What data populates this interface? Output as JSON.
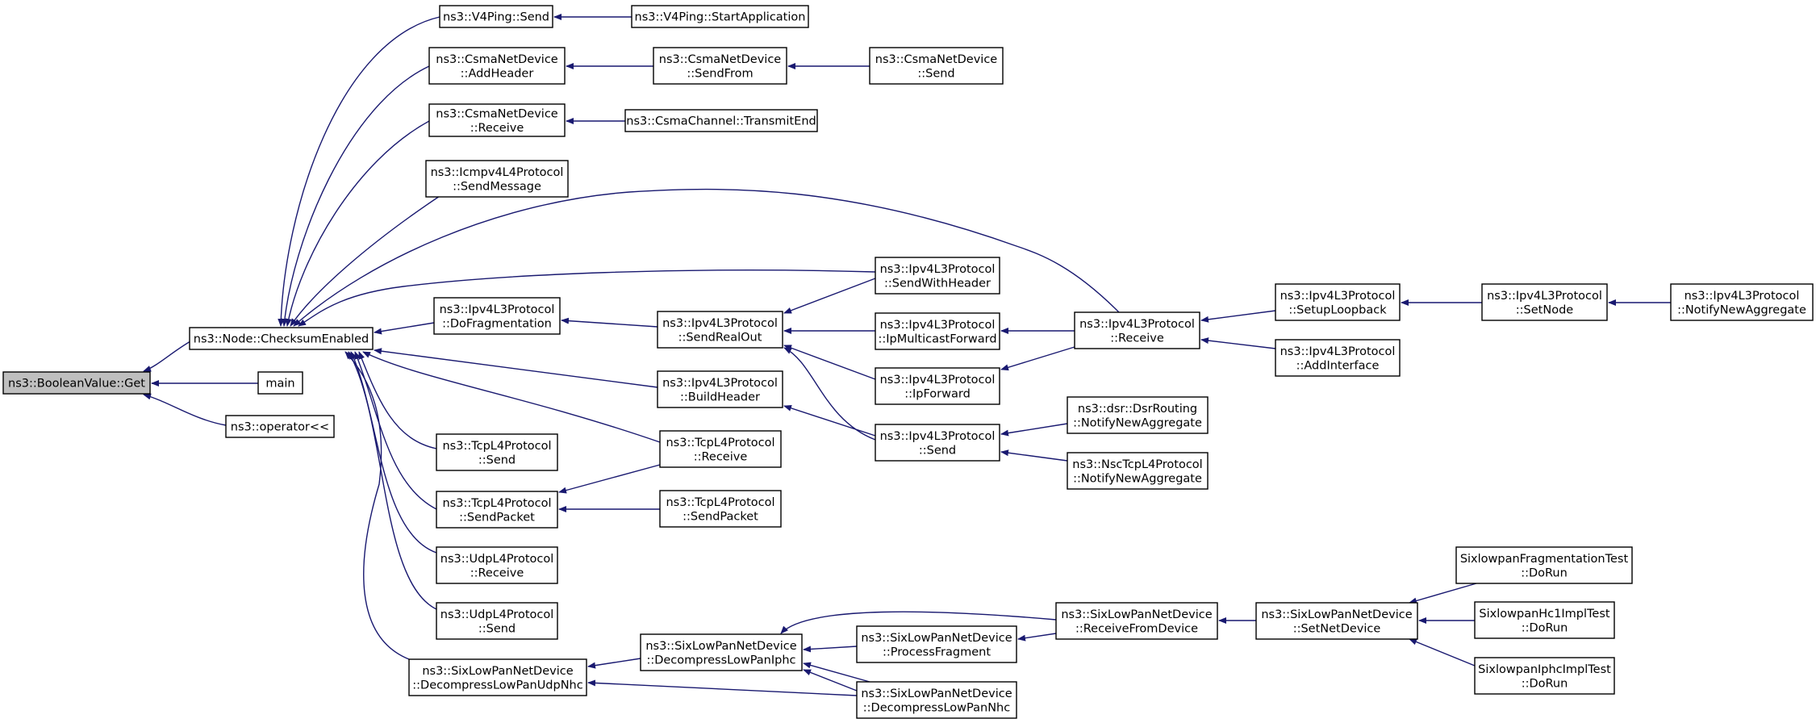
{
  "graph": {
    "edge_color": "#191970",
    "root_fill": "#bfbfbf",
    "nodes": [
      {
        "id": "get",
        "lines": [
          "ns3::BooleanValue::Get"
        ],
        "root": true
      },
      {
        "id": "checksum",
        "lines": [
          "ns3::Node::ChecksumEnabled"
        ]
      },
      {
        "id": "main",
        "lines": [
          "main"
        ]
      },
      {
        "id": "opout",
        "lines": [
          "ns3::operator<<"
        ]
      },
      {
        "id": "v4send",
        "lines": [
          "ns3::V4Ping::Send"
        ]
      },
      {
        "id": "v4start",
        "lines": [
          "ns3::V4Ping::StartApplication"
        ]
      },
      {
        "id": "csmaAdd",
        "lines": [
          "ns3::CsmaNetDevice",
          "::AddHeader"
        ]
      },
      {
        "id": "csmaSendFrom",
        "lines": [
          "ns3::CsmaNetDevice",
          "::SendFrom"
        ]
      },
      {
        "id": "csmaSend",
        "lines": [
          "ns3::CsmaNetDevice",
          "::Send"
        ]
      },
      {
        "id": "csmaRecv",
        "lines": [
          "ns3::CsmaNetDevice",
          "::Receive"
        ]
      },
      {
        "id": "csmaTx",
        "lines": [
          "ns3::CsmaChannel::TransmitEnd"
        ]
      },
      {
        "id": "icmp",
        "lines": [
          "ns3::Icmpv4L4Protocol",
          "::SendMessage"
        ]
      },
      {
        "id": "ipFrag",
        "lines": [
          "ns3::Ipv4L3Protocol",
          "::DoFragmentation"
        ]
      },
      {
        "id": "ipSendReal",
        "lines": [
          "ns3::Ipv4L3Protocol",
          "::SendRealOut"
        ]
      },
      {
        "id": "ipSendHdr",
        "lines": [
          "ns3::Ipv4L3Protocol",
          "::SendWithHeader"
        ]
      },
      {
        "id": "ipMcast",
        "lines": [
          "ns3::Ipv4L3Protocol",
          "::IpMulticastForward"
        ]
      },
      {
        "id": "ipFwd",
        "lines": [
          "ns3::Ipv4L3Protocol",
          "::IpForward"
        ]
      },
      {
        "id": "ipRecv",
        "lines": [
          "ns3::Ipv4L3Protocol",
          "::Receive"
        ]
      },
      {
        "id": "ipBuild",
        "lines": [
          "ns3::Ipv4L3Protocol",
          "::BuildHeader"
        ]
      },
      {
        "id": "ipSend",
        "lines": [
          "ns3::Ipv4L3Protocol",
          "::Send"
        ]
      },
      {
        "id": "ipLoop",
        "lines": [
          "ns3::Ipv4L3Protocol",
          "::SetupLoopback"
        ]
      },
      {
        "id": "ipAddIf",
        "lines": [
          "ns3::Ipv4L3Protocol",
          "::AddInterface"
        ]
      },
      {
        "id": "ipSetNode",
        "lines": [
          "ns3::Ipv4L3Protocol",
          "::SetNode"
        ]
      },
      {
        "id": "ipNotify",
        "lines": [
          "ns3::Ipv4L3Protocol",
          "::NotifyNewAggregate"
        ]
      },
      {
        "id": "dsr",
        "lines": [
          "ns3::dsr::DsrRouting",
          "::NotifyNewAggregate"
        ]
      },
      {
        "id": "nsc",
        "lines": [
          "ns3::NscTcpL4Protocol",
          "::NotifyNewAggregate"
        ]
      },
      {
        "id": "tcpSend",
        "lines": [
          "ns3::TcpL4Protocol",
          "::Send"
        ]
      },
      {
        "id": "tcpSendPkt",
        "lines": [
          "ns3::TcpL4Protocol",
          "::SendPacket"
        ]
      },
      {
        "id": "tcpRecv",
        "lines": [
          "ns3::TcpL4Protocol",
          "::Receive"
        ]
      },
      {
        "id": "tcpSendPkt2",
        "lines": [
          "ns3::TcpL4Protocol",
          "::SendPacket"
        ]
      },
      {
        "id": "udpRecv",
        "lines": [
          "ns3::UdpL4Protocol",
          "::Receive"
        ]
      },
      {
        "id": "udpSend",
        "lines": [
          "ns3::UdpL4Protocol",
          "::Send"
        ]
      },
      {
        "id": "sixUdp",
        "lines": [
          "ns3::SixLowPanNetDevice",
          "::DecompressLowPanUdpNhc"
        ]
      },
      {
        "id": "sixIphc",
        "lines": [
          "ns3::SixLowPanNetDevice",
          "::DecompressLowPanIphc"
        ]
      },
      {
        "id": "sixFrag",
        "lines": [
          "ns3::SixLowPanNetDevice",
          "::ProcessFragment"
        ]
      },
      {
        "id": "sixNhc",
        "lines": [
          "ns3::SixLowPanNetDevice",
          "::DecompressLowPanNhc"
        ]
      },
      {
        "id": "sixRecv",
        "lines": [
          "ns3::SixLowPanNetDevice",
          "::ReceiveFromDevice"
        ]
      },
      {
        "id": "sixSetNet",
        "lines": [
          "ns3::SixLowPanNetDevice",
          "::SetNetDevice"
        ]
      },
      {
        "id": "testFrag",
        "lines": [
          "SixlowpanFragmentationTest",
          "::DoRun"
        ]
      },
      {
        "id": "testHc1",
        "lines": [
          "SixlowpanHc1ImplTest",
          "::DoRun"
        ]
      },
      {
        "id": "testIphc",
        "lines": [
          "SixlowpanIphcImplTest",
          "::DoRun"
        ]
      }
    ]
  }
}
